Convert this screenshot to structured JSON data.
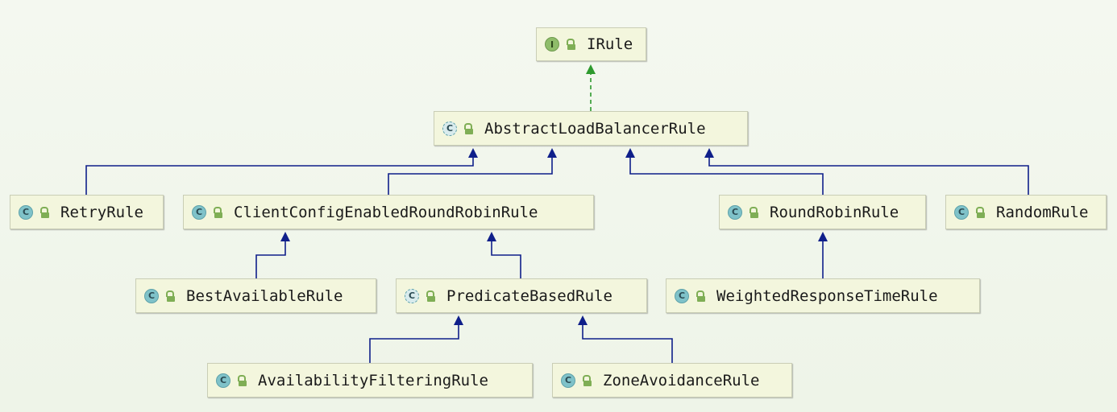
{
  "diagram": {
    "nodes": [
      {
        "id": "irule",
        "label": "IRule",
        "kind": "interface"
      },
      {
        "id": "abstract",
        "label": "AbstractLoadBalancerRule",
        "kind": "abstract-class"
      },
      {
        "id": "retry",
        "label": "RetryRule",
        "kind": "class"
      },
      {
        "id": "clientcfg",
        "label": "ClientConfigEnabledRoundRobinRule",
        "kind": "class"
      },
      {
        "id": "roundrobin",
        "label": "RoundRobinRule",
        "kind": "class"
      },
      {
        "id": "random",
        "label": "RandomRule",
        "kind": "class"
      },
      {
        "id": "bestavail",
        "label": "BestAvailableRule",
        "kind": "class"
      },
      {
        "id": "predicate",
        "label": "PredicateBasedRule",
        "kind": "abstract-class"
      },
      {
        "id": "weighted",
        "label": "WeightedResponseTimeRule",
        "kind": "class"
      },
      {
        "id": "availfilter",
        "label": "AvailabilityFilteringRule",
        "kind": "class"
      },
      {
        "id": "zoneavoid",
        "label": "ZoneAvoidanceRule",
        "kind": "class"
      }
    ],
    "edges": [
      {
        "from": "abstract",
        "to": "irule",
        "type": "implements"
      },
      {
        "from": "retry",
        "to": "abstract",
        "type": "extends"
      },
      {
        "from": "clientcfg",
        "to": "abstract",
        "type": "extends"
      },
      {
        "from": "roundrobin",
        "to": "abstract",
        "type": "extends"
      },
      {
        "from": "random",
        "to": "abstract",
        "type": "extends"
      },
      {
        "from": "bestavail",
        "to": "clientcfg",
        "type": "extends"
      },
      {
        "from": "predicate",
        "to": "clientcfg",
        "type": "extends"
      },
      {
        "from": "weighted",
        "to": "roundrobin",
        "type": "extends"
      },
      {
        "from": "availfilter",
        "to": "predicate",
        "type": "extends"
      },
      {
        "from": "zoneavoid",
        "to": "predicate",
        "type": "extends"
      }
    ],
    "badge_letters": {
      "interface": "I",
      "class": "C",
      "abstract-class": "C"
    },
    "colors": {
      "extends_line": "#0f1f8a",
      "implements_line": "#2e9a2e",
      "node_fill": "#f3f6dd",
      "class_badge": "#7fc2c9",
      "interface_badge": "#8fbd6a",
      "lock": "#7fae55"
    }
  }
}
